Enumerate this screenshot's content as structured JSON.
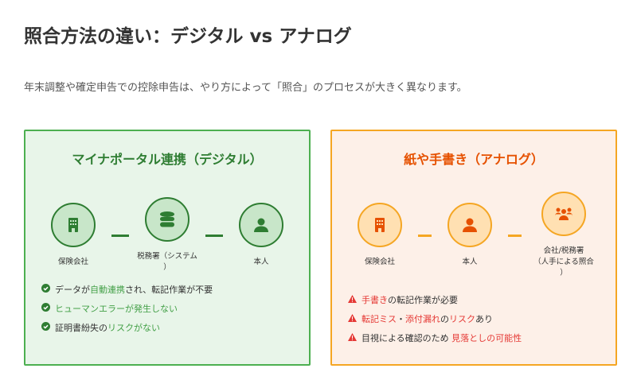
{
  "title": "照合方法の違い：デジタル vs アナログ",
  "subtitle": "年末調整や確定申告での控除申告は、やり方によって「照合」のプロセスが大きく異なります。",
  "colors": {
    "digital": "#2e7d32",
    "analog": "#e65100",
    "risk": "#e53935"
  },
  "digital": {
    "title": "マイナポータル連携（デジタル）",
    "nodes": [
      {
        "icon": "building-icon",
        "label": "保険会社"
      },
      {
        "icon": "database-icon",
        "label": "税務署（システム\n）"
      },
      {
        "icon": "person-icon",
        "label": "本人"
      }
    ],
    "points": [
      {
        "parts": [
          "データが",
          "自動連携",
          "され、転記作業が不要"
        ]
      },
      {
        "parts": [
          "",
          "ヒューマンエラーが発生しない",
          ""
        ]
      },
      {
        "parts": [
          "証明書紛失の",
          "リスクがない",
          ""
        ]
      }
    ]
  },
  "analog": {
    "title": "紙や手書き（アナログ）",
    "nodes": [
      {
        "icon": "building-icon",
        "label": "保険会社"
      },
      {
        "icon": "person-icon",
        "label": "本人"
      },
      {
        "icon": "group-icon",
        "label": "会社/税務署\n（人手による照合\n）"
      }
    ],
    "points": [
      {
        "parts": [
          "",
          "手書き",
          "の転記作業が必要"
        ]
      },
      {
        "parts": [
          "",
          "転記ミス",
          "・",
          "添付漏れ",
          "の",
          "リスク",
          "あり"
        ]
      },
      {
        "parts": [
          "目視による確認のため ",
          "見落としの可能性",
          ""
        ]
      }
    ]
  }
}
